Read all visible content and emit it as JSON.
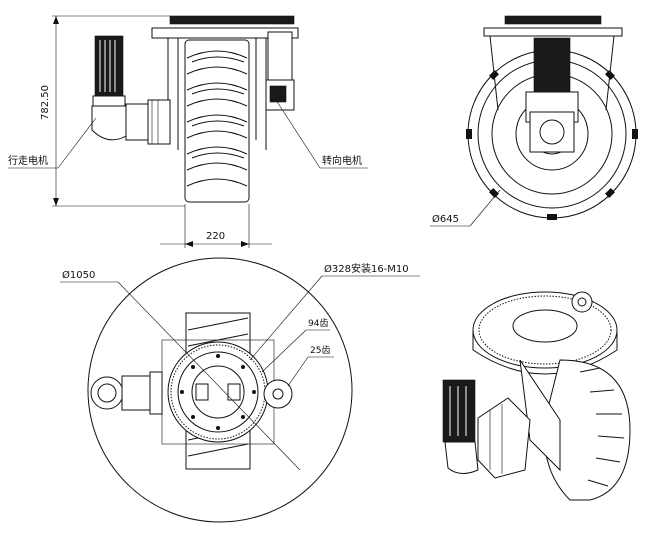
{
  "labels": {
    "height_dim": "782.50",
    "width_dim": "220",
    "drive_motor": "行走电机",
    "steering_motor": "转向电机",
    "wheel_dia": "Ø645",
    "outer_dia": "Ø1050",
    "mount_spec": "Ø328安装16-M10",
    "gear_big": "94齿",
    "gear_small": "25齿"
  }
}
